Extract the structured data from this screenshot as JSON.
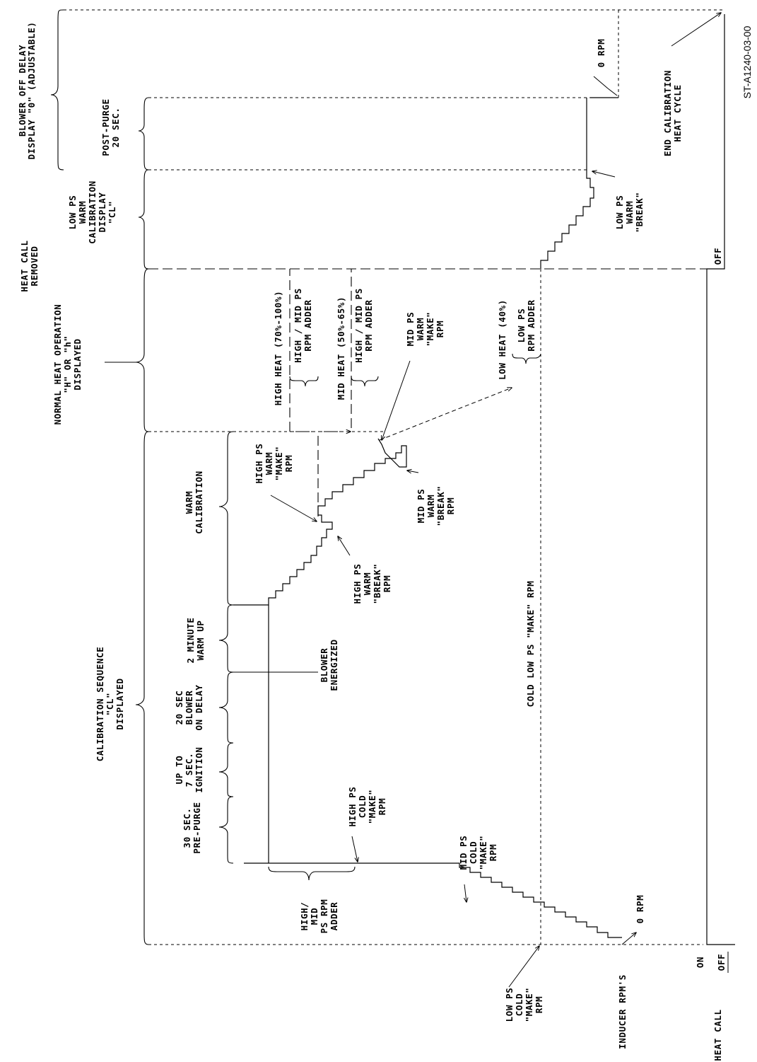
{
  "figure_id": "ST-A1240-03-00",
  "labels": {
    "blower_off_delay": [
      "BLOWER OFF DELAY",
      "DISPLAY \"0\" (ADJUSTABLE)"
    ],
    "zero_rpm_top": "0 RPM",
    "post_purge": [
      "POST-PURGE",
      "20 SEC."
    ],
    "end_calibration": [
      "END CALIBRATION",
      "HEAT CYCLE"
    ],
    "heat_call_removed": [
      "HEAT CALL",
      "REMOVED"
    ],
    "low_ps_warm_calibration": [
      "LOW PS",
      "WARM",
      "CALIBRATION",
      "DISPLAY",
      "\"CL\""
    ],
    "low_ps_warm_break": [
      "LOW PS",
      "WARM",
      "\"BREAK\""
    ],
    "off_top": "OFF",
    "normal_heat_operation": [
      "NORMAL HEAT OPERATION",
      "\"H\" OR \"h\"",
      "DISPLAYED"
    ],
    "high_heat": "HIGH HEAT (70%-100%)",
    "high_mid_adder_1": [
      "HIGH / MID PS",
      "RPM ADDER"
    ],
    "mid_heat": "MID HEAT (50%-65%)",
    "high_mid_adder_2": [
      "HIGH / MID PS",
      "RPM ADDER"
    ],
    "mid_ps_warm_make": [
      "MID PS",
      "WARM",
      "\"MAKE\"",
      "RPM"
    ],
    "low_heat": "LOW HEAT (40%)",
    "low_ps_rpm_adder": [
      "LOW PS",
      "RPM ADDER"
    ],
    "warm_calibration": [
      "WARM",
      "CALIBRATION"
    ],
    "high_ps_warm_make": [
      "HIGH PS",
      "WARM",
      "\"MAKE\"",
      "RPM"
    ],
    "mid_ps_warm_break": [
      "MID PS",
      "WARM",
      "\"BREAK\"",
      "RPM"
    ],
    "high_ps_warm_break": [
      "HIGH PS",
      "WARM",
      "\"BREAK\"",
      "RPM"
    ],
    "two_minute_warm_up": [
      "2 MINUTE",
      "WARM UP"
    ],
    "blower_energized": [
      "BLOWER",
      "ENERGIZED"
    ],
    "cold_low_ps_make": "COLD LOW PS \"MAKE\" RPM",
    "calibration_sequence": [
      "CALIBRATION SEQUENCE",
      "\"CL\"",
      "DISPLAYED"
    ],
    "blower_on_delay": [
      "20 SEC",
      "BLOWER",
      "ON DELAY"
    ],
    "ignition": [
      "UP TO",
      "7 SEC.",
      "IGNITION"
    ],
    "pre_purge": [
      "30 SEC.",
      "PRE-PURGE"
    ],
    "high_ps_cold_make": [
      "HIGH PS",
      "COLD",
      "\"MAKE\"",
      "RPM"
    ],
    "mid_ps_cold_make": [
      "MID PS",
      "COLD",
      "\"MAKE\"",
      "RPM"
    ],
    "high_mid_ps_rpm_adder": [
      "HIGH/",
      "MID",
      "PS RPM",
      "ADDER"
    ],
    "zero_rpm_bottom": "0 RPM",
    "low_ps_cold_make": [
      "LOW PS",
      "COLD",
      "\"MAKE\"",
      "RPM"
    ],
    "inducer_rpms": "INDUCER RPM'S",
    "heat_call": "HEAT CALL",
    "on": "ON",
    "off_bottom": "OFF"
  }
}
